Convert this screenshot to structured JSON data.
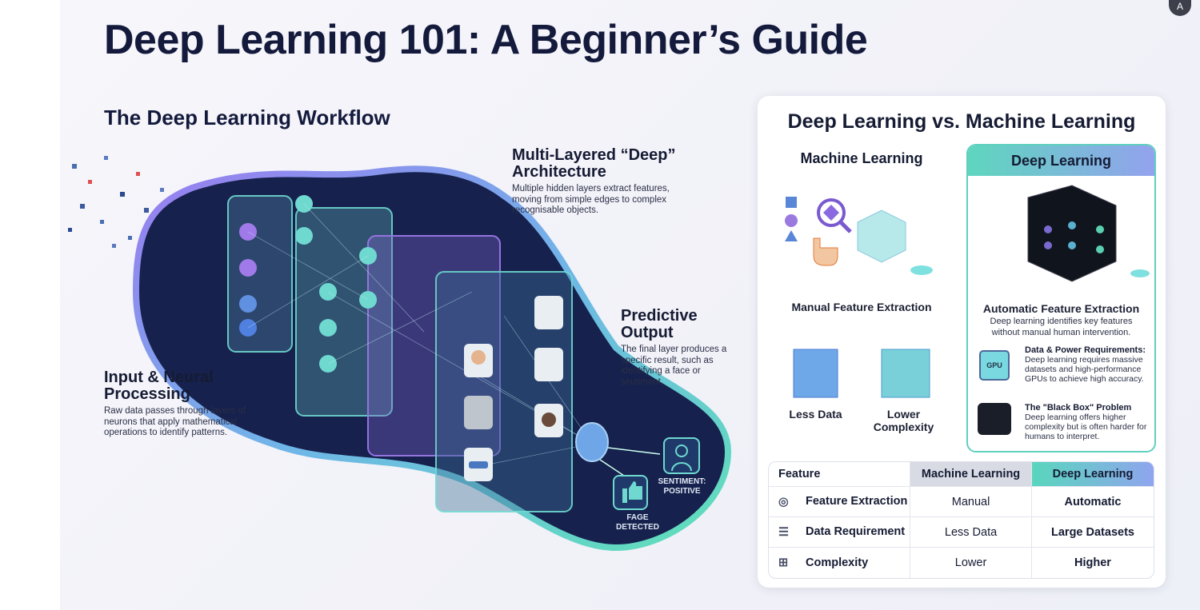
{
  "title": "Deep Learning 101: A Beginner’s Guide",
  "avatar_letter": "A",
  "workflow": {
    "title": "The Deep Learning Workflow",
    "input": {
      "heading": "Input & Neural Processing",
      "body": "Raw data passes through layers of neurons that apply mathematical operations to identify patterns."
    },
    "architecture": {
      "heading": "Multi-Layered “Deep” Architecture",
      "body": "Multiple hidden layers extract features, moving from simple edges to complex recognisable objects."
    },
    "output": {
      "heading": "Predictive Output",
      "body": "The final layer produces a specific result, such as identifying a face or seutiment."
    },
    "result_face": "FAGE DETECTED",
    "result_sentiment": "SENTIMENT: POSITIVE"
  },
  "comparison": {
    "title": "Deep Learning vs. Machine Learning",
    "ml": {
      "heading": "Machine Learning",
      "extraction": "Manual Feature Extraction",
      "less_data": "Less Data",
      "lower_complexity": "Lower Complexity"
    },
    "dl": {
      "heading": "Deep Learning",
      "extraction": "Automatic Feature Extraction",
      "extraction_body": "Deep learning identifies key features without manual human intervention.",
      "gpu_label": "GPU",
      "power_heading": "Data & Power Requirements:",
      "power_body": "Deep learning requires massive datasets and high-performance GPUs to achieve high accuracy.",
      "blackbox_heading": "The \"Black Box\" Problem",
      "blackbox_body": "Deep learning offers higher complexity but is often harder for humans to interpret."
    },
    "table": {
      "headers": [
        "Feature",
        "Machine Learning",
        "Deep Learning"
      ],
      "rows": [
        {
          "feature": "Feature Extraction",
          "ml": "Manual",
          "dl": "Automatic"
        },
        {
          "feature": "Data Requirement",
          "ml": "Less Data",
          "dl": "Large Datasets"
        },
        {
          "feature": "Complexity",
          "ml": "Lower",
          "dl": "Higher"
        }
      ]
    }
  },
  "colors": {
    "navy": "#141a3c",
    "teal": "#5ed6be",
    "purple": "#8f7ae8",
    "blob": "#16214d"
  }
}
